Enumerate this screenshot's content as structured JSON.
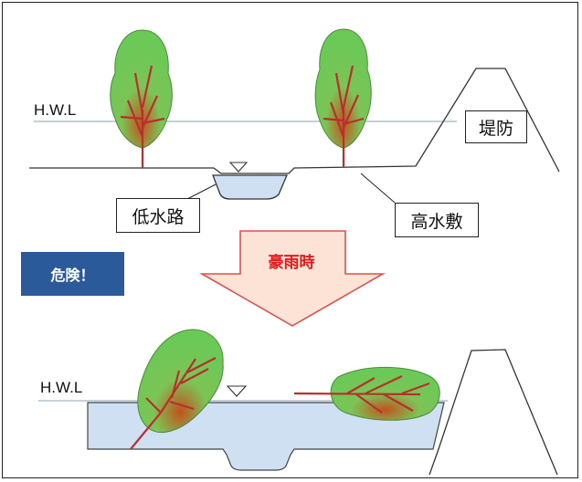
{
  "before": {
    "hwl_label": "H.W.L",
    "levee_label": "堤防",
    "low_channel_label": "低水路",
    "floodplain_label": "高水敷"
  },
  "transition": {
    "danger_label": "危険！",
    "arrow_label": "豪雨時"
  },
  "after": {
    "hwl_label": "H.W.L"
  },
  "colors": {
    "water": "#cfe0f2",
    "leaf": "#6fc95a",
    "trunk": "#b8302e",
    "arrow_fill": "#fde3d6",
    "arrow_stroke": "#d9534f",
    "danger_bg": "#2a5a99",
    "danger_text": "#ffffff",
    "arrow_text": "#e11b1b"
  }
}
